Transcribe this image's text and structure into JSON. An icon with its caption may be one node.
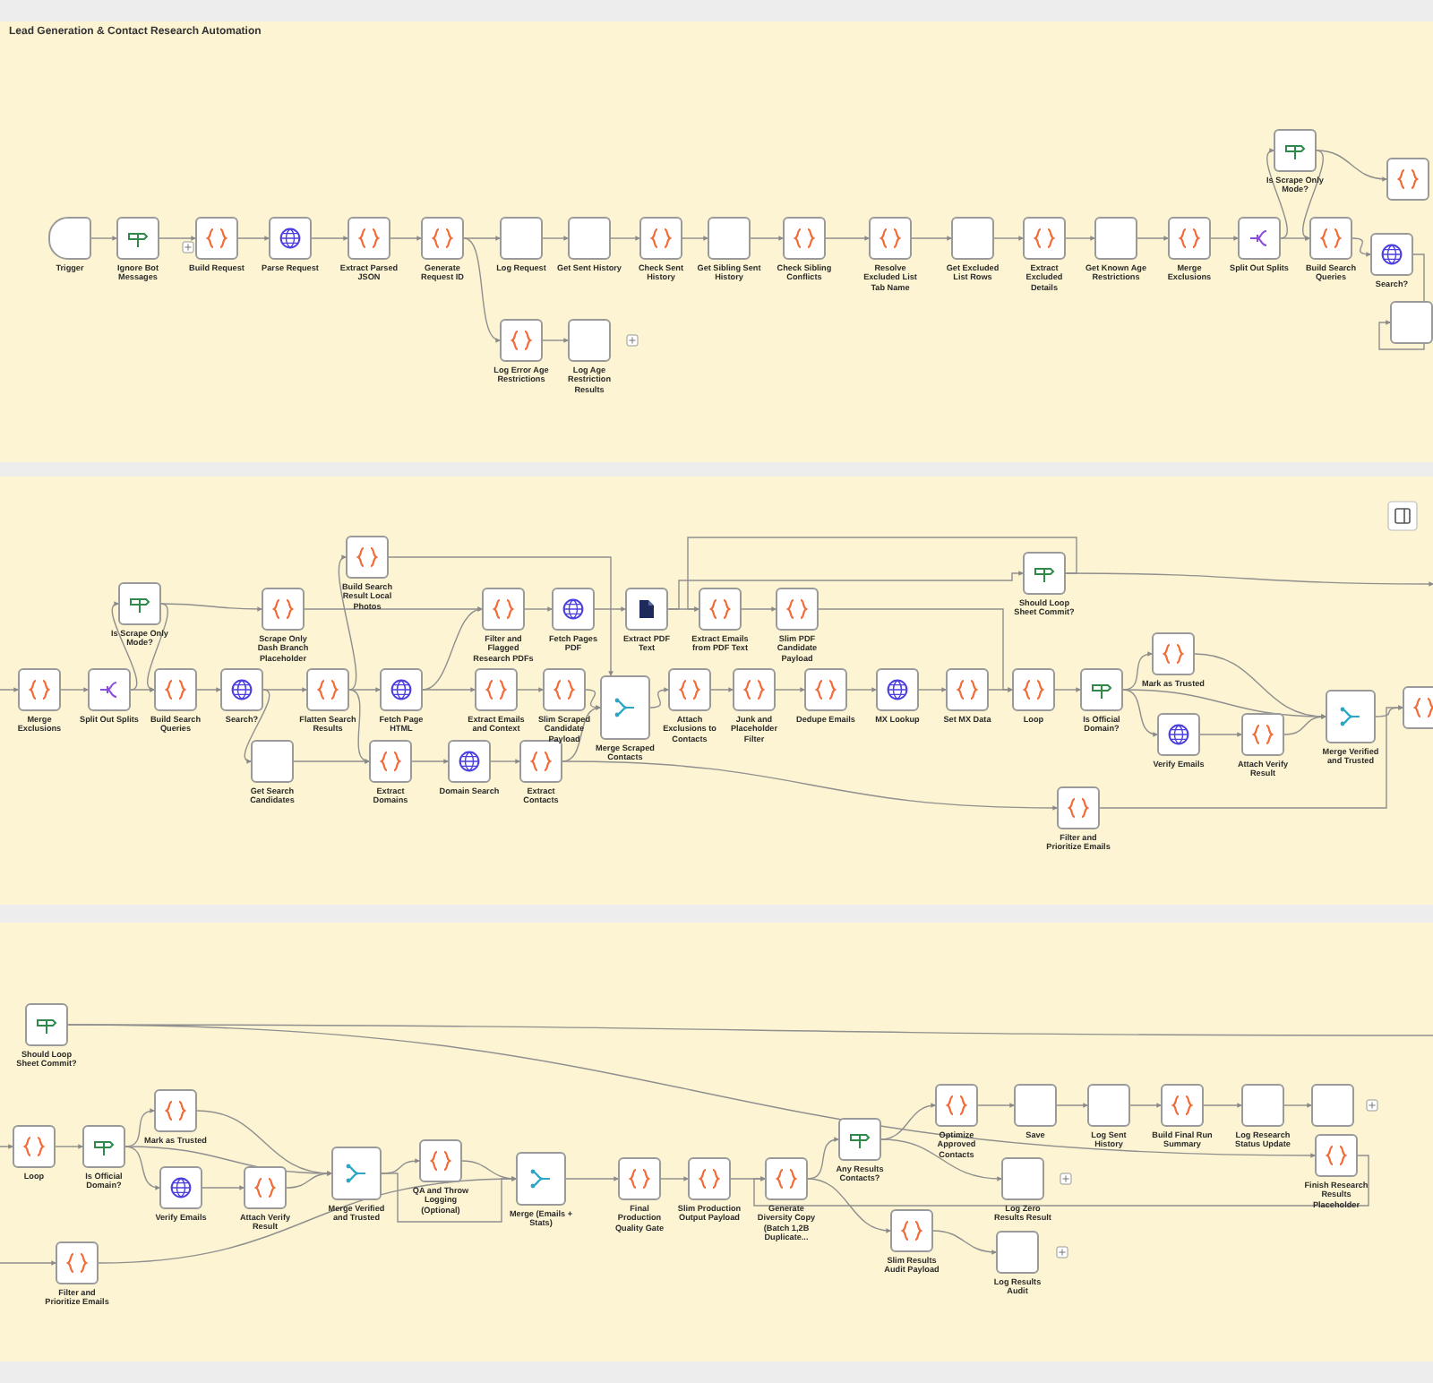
{
  "diagram": {
    "title": "Lead Generation & Contact Research Automation",
    "nodes": [
      {
        "text": [
          "Trigger"
        ]
      },
      {
        "text": [
          "Ignore Bot Messages"
        ]
      },
      {
        "text": [
          "Build Request"
        ]
      },
      {
        "text": [
          "Parse Request"
        ]
      },
      {
        "text": [
          "Extract Parsed JSON"
        ]
      },
      {
        "text": [
          "Generate Request ID"
        ]
      },
      {
        "text": [
          "Log Request"
        ]
      },
      {
        "text": [
          "Get Sent History"
        ]
      },
      {
        "text": [
          "Check Sent History"
        ]
      },
      {
        "text": [
          "Get Sibling Sent History"
        ]
      },
      {
        "text": [
          "Check Sibling Conflicts"
        ]
      },
      {
        "text": [
          "Resolve Excluded List Tab Name"
        ]
      },
      {
        "text": [
          "Get Excluded List Rows"
        ]
      },
      {
        "text": [
          "Extract Excluded Details"
        ]
      },
      {
        "text": [
          "Get Known Age Restrictions"
        ]
      },
      {
        "text": [
          "Merge Exclusions"
        ]
      },
      {
        "text": [
          "Split Out Splits"
        ]
      },
      {
        "text": [
          "Is Scrape Only Mode?"
        ]
      },
      {
        "text": [
          "Build Search Queries"
        ]
      },
      {
        "text": [],
        "shape": "box"
      },
      {
        "text": [
          "Search?"
        ]
      },
      {
        "text": [],
        "shape": "box"
      },
      {
        "text": [
          "Log Error Age Restrictions"
        ]
      },
      {
        "text": [
          "Log Age Restriction Results"
        ]
      },
      {
        "text": [
          "Merge Exclusions"
        ]
      },
      {
        "text": [
          "Split Out Splits"
        ]
      },
      {
        "text": [
          "Is Scrape Only Mode?"
        ]
      },
      {
        "text": [
          "Build Search Queries"
        ]
      },
      {
        "text": [
          "Scrape Only Dash Branch Placeholder"
        ]
      },
      {
        "text": [
          "Build Search Result Local Photos"
        ]
      },
      {
        "text": [
          "Search?"
        ]
      },
      {
        "text": [
          "Get Search Candidates"
        ]
      },
      {
        "text": [
          "Flatten Search Results"
        ]
      },
      {
        "text": [
          "Fetch Page HTML"
        ]
      },
      {
        "text": [
          "Extract Domains"
        ]
      },
      {
        "text": [
          "Domain Search"
        ]
      },
      {
        "text": [
          "Extract Contacts"
        ]
      },
      {
        "text": [
          "Filter and Flagged Research PDFs"
        ]
      },
      {
        "text": [
          "Fetch Pages PDF"
        ]
      },
      {
        "text": [
          "Extract PDF Text"
        ]
      },
      {
        "text": [
          "Extract Emails from PDF Text"
        ]
      },
      {
        "text": [
          "Slim PDF Candidate Payload"
        ]
      },
      {
        "text": [
          "Should Loop Sheet Commit?"
        ]
      },
      {
        "text": [
          "Extract Emails and Context"
        ]
      },
      {
        "text": [
          "Slim Scraped Candidate Payload"
        ]
      },
      {
        "text": [
          "Merge Scraped Contacts"
        ]
      },
      {
        "text": [
          "Attach Exclusions to Contacts"
        ]
      },
      {
        "text": [
          "Junk and Placeholder Filter"
        ]
      },
      {
        "text": [
          "Dedupe Emails"
        ]
      },
      {
        "text": [
          "MX Lookup"
        ]
      },
      {
        "text": [
          "Set MX Data"
        ]
      },
      {
        "text": [
          "Loop"
        ]
      },
      {
        "text": [
          "Is Official Domain?"
        ]
      },
      {
        "text": [
          "Mark as Trusted"
        ]
      },
      {
        "text": [
          "Verify Emails"
        ]
      },
      {
        "text": [
          "Attach Verify Result"
        ]
      },
      {
        "text": [
          "Merge Verified and Trusted"
        ]
      },
      {
        "text": [],
        "shape": "box"
      },
      {
        "text": [
          "Filter and Prioritize Emails"
        ]
      },
      {
        "text": [
          "Should Loop Sheet Commit?"
        ]
      },
      {
        "text": [
          "Loop"
        ]
      },
      {
        "text": [
          "Is Official Domain?"
        ]
      },
      {
        "text": [
          "Mark as Trusted"
        ]
      },
      {
        "text": [
          "Verify Emails"
        ]
      },
      {
        "text": [
          "Attach Verify Result"
        ]
      },
      {
        "text": [
          "Merge Verified and Trusted"
        ]
      },
      {
        "text": [
          "QA and Throw Logging (Optional)"
        ]
      },
      {
        "text": [
          "Merge (Emails + Stats)"
        ]
      },
      {
        "text": [
          "Final Production Quality Gate"
        ]
      },
      {
        "text": [
          "Slim Production Output Payload"
        ]
      },
      {
        "text": [
          "Generate Diversity Copy (Batch 1,2B Duplicate..."
        ]
      },
      {
        "text": [
          "Any Results Contacts?"
        ]
      },
      {
        "text": [
          "Optimize Approved Contacts"
        ]
      },
      {
        "text": [
          "Save"
        ]
      },
      {
        "text": [
          "Log Sent History"
        ]
      },
      {
        "text": [
          "Build Final Run Summary"
        ]
      },
      {
        "text": [
          "Log Research Status Update"
        ]
      },
      {
        "text": [],
        "shape": "box"
      },
      {
        "text": [
          "Finish Research Results Placeholder"
        ]
      },
      {
        "text": [
          "Log Zero Results Result"
        ]
      },
      {
        "text": [
          "Slim Results Audit Payload"
        ]
      },
      {
        "text": [
          "Log Results Audit"
        ]
      },
      {
        "text": [
          "Filter and Prioritize Emails"
        ]
      }
    ],
    "edges": [
      {
        "from": 0,
        "to": 1,
        "arrow": "to"
      },
      {
        "from": 1,
        "to": 2,
        "arrow": "to"
      },
      {
        "from": 2,
        "to": 3,
        "arrow": "to"
      },
      {
        "from": 3,
        "to": 4,
        "arrow": "to"
      },
      {
        "from": 4,
        "to": 5,
        "arrow": "to"
      },
      {
        "from": 5,
        "to": 6,
        "arrow": "to"
      },
      {
        "from": 5,
        "to": 22,
        "arrow": "to"
      },
      {
        "from": 6,
        "to": 7,
        "arrow": "to"
      },
      {
        "from": 7,
        "to": 8,
        "arrow": "to"
      },
      {
        "from": 8,
        "to": 9,
        "arrow": "to"
      },
      {
        "from": 9,
        "to": 10,
        "arrow": "to"
      },
      {
        "from": 10,
        "to": 11,
        "arrow": "to"
      },
      {
        "from": 11,
        "to": 12,
        "arrow": "to"
      },
      {
        "from": 12,
        "to": 13,
        "arrow": "to"
      },
      {
        "from": 13,
        "to": 14,
        "arrow": "to"
      },
      {
        "from": 14,
        "to": 15,
        "arrow": "to"
      },
      {
        "from": 15,
        "to": 16,
        "arrow": "to"
      },
      {
        "from": 16,
        "to": 17,
        "arrow": "to"
      },
      {
        "from": 16,
        "to": 18,
        "arrow": "to"
      },
      {
        "from": 17,
        "to": 19,
        "arrow": "to"
      },
      {
        "from": 17,
        "to": 18,
        "arrow": "to"
      },
      {
        "from": 18,
        "to": 20,
        "arrow": "to"
      },
      {
        "from": 20,
        "to": 21,
        "arrow": "to"
      },
      {
        "from": 22,
        "to": 23,
        "arrow": "to"
      },
      {
        "from": null,
        "to": 24,
        "arrow": "to"
      },
      {
        "from": 24,
        "to": 25,
        "arrow": "to"
      },
      {
        "from": 25,
        "to": 26,
        "arrow": "to"
      },
      {
        "from": 25,
        "to": 27,
        "arrow": "to"
      },
      {
        "from": 26,
        "to": 28,
        "arrow": "to"
      },
      {
        "from": 26,
        "to": 27,
        "arrow": "to"
      },
      {
        "from": 27,
        "to": 30,
        "arrow": "to"
      },
      {
        "from": 30,
        "to": 31,
        "arrow": "to"
      },
      {
        "from": 30,
        "to": 32,
        "arrow": "to"
      },
      {
        "from": 31,
        "to": 34,
        "arrow": "to"
      },
      {
        "from": 32,
        "to": 33,
        "arrow": "to"
      },
      {
        "from": 32,
        "to": 29,
        "arrow": "to"
      },
      {
        "from": 32,
        "to": 34,
        "arrow": "to"
      },
      {
        "from": 33,
        "to": 37,
        "arrow": "to"
      },
      {
        "from": 33,
        "to": 43,
        "arrow": "to"
      },
      {
        "from": 29,
        "to": 45,
        "arrow": "to"
      },
      {
        "from": 28,
        "to": 37,
        "arrow": "to"
      },
      {
        "from": 34,
        "to": 35,
        "arrow": "to"
      },
      {
        "from": 35,
        "to": 36,
        "arrow": "to"
      },
      {
        "from": 36,
        "to": 45,
        "arrow": "to"
      },
      {
        "from": 37,
        "to": 38,
        "arrow": "to"
      },
      {
        "from": 38,
        "to": 39,
        "arrow": "to"
      },
      {
        "from": 39,
        "to": 40,
        "arrow": "to"
      },
      {
        "from": 40,
        "to": 41,
        "arrow": "to"
      },
      {
        "from": 39,
        "to": 42,
        "arrow": "to"
      },
      {
        "from": 42,
        "to": 40,
        "arrow": "to"
      },
      {
        "from": 41,
        "to": 51,
        "arrow": "to"
      },
      {
        "from": 43,
        "to": 44,
        "arrow": "to"
      },
      {
        "from": 44,
        "to": 45,
        "arrow": "to"
      },
      {
        "from": 45,
        "to": 46,
        "arrow": "to"
      },
      {
        "from": 46,
        "to": 47,
        "arrow": "to"
      },
      {
        "from": 47,
        "to": 48,
        "arrow": "to"
      },
      {
        "from": 48,
        "to": 49,
        "arrow": "to"
      },
      {
        "from": 49,
        "to": 50,
        "arrow": "to"
      },
      {
        "from": 50,
        "to": 51,
        "arrow": "to"
      },
      {
        "from": 51,
        "to": 52,
        "arrow": "to"
      },
      {
        "from": 52,
        "to": 53,
        "arrow": "to"
      },
      {
        "from": 52,
        "to": 54,
        "arrow": "to"
      },
      {
        "from": 52,
        "to": 56,
        "arrow": "to"
      },
      {
        "from": 53,
        "to": 56,
        "arrow": "to"
      },
      {
        "from": 54,
        "to": 55,
        "arrow": "to"
      },
      {
        "from": 55,
        "to": 56,
        "arrow": "to"
      },
      {
        "from": 56,
        "to": 57,
        "arrow": "to"
      },
      {
        "from": 36,
        "to": 58,
        "arrow": "to"
      },
      {
        "from": 58,
        "to": 57,
        "arrow": "to"
      },
      {
        "from": 42,
        "to": null,
        "arrow": "to"
      },
      {
        "from": 59,
        "to": 78,
        "arrow": "to"
      },
      {
        "from": 59,
        "to": null,
        "arrow": "none"
      },
      {
        "from": null,
        "to": 60,
        "arrow": "to"
      },
      {
        "from": 60,
        "to": 61,
        "arrow": "to"
      },
      {
        "from": 61,
        "to": 62,
        "arrow": "to"
      },
      {
        "from": 61,
        "to": 63,
        "arrow": "to"
      },
      {
        "from": 61,
        "to": 65,
        "arrow": "to"
      },
      {
        "from": 62,
        "to": 65,
        "arrow": "to"
      },
      {
        "from": 63,
        "to": 64,
        "arrow": "to"
      },
      {
        "from": 64,
        "to": 65,
        "arrow": "to"
      },
      {
        "from": 65,
        "to": 66,
        "arrow": "to"
      },
      {
        "from": 65,
        "to": 67,
        "arrow": "to"
      },
      {
        "from": 66,
        "to": 67,
        "arrow": "to"
      },
      {
        "from": null,
        "to": 82,
        "arrow": "to"
      },
      {
        "from": 82,
        "to": 67,
        "arrow": "to"
      },
      {
        "from": 67,
        "to": 68,
        "arrow": "to"
      },
      {
        "from": 68,
        "to": 69,
        "arrow": "to"
      },
      {
        "from": 69,
        "to": 70,
        "arrow": "to"
      },
      {
        "from": 70,
        "to": 71,
        "arrow": "to"
      },
      {
        "from": 70,
        "to": 80,
        "arrow": "to"
      },
      {
        "from": 71,
        "to": 72,
        "arrow": "to"
      },
      {
        "from": 71,
        "to": 79,
        "arrow": "to"
      },
      {
        "from": 72,
        "to": 73,
        "arrow": "to"
      },
      {
        "from": 73,
        "to": 74,
        "arrow": "to"
      },
      {
        "from": 74,
        "to": 75,
        "arrow": "to"
      },
      {
        "from": 75,
        "to": 76,
        "arrow": "to"
      },
      {
        "from": 76,
        "to": 77,
        "arrow": "to"
      },
      {
        "from": 78,
        "to": 70,
        "arrow": "to"
      },
      {
        "from": 80,
        "to": 81,
        "arrow": "to"
      }
    ]
  }
}
